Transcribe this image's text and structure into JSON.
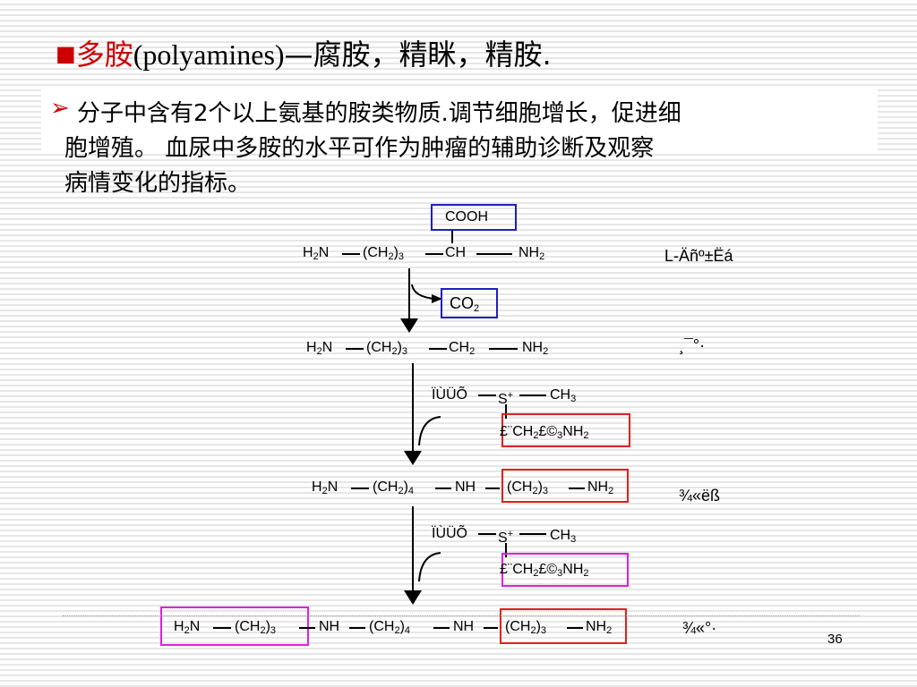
{
  "title": {
    "bullet": "■",
    "prefix_red": "多胺",
    "latin": "(polyamines)",
    "rest": "—腐胺，精眯，精胺."
  },
  "body": {
    "bullet": "➢",
    "line1": "分子中含有2个以上氨基的胺类物质.调节细胞增长，促进细",
    "line2": "胞增殖。 血尿中多胺的水平可作为肿瘤的辅助诊断及观察",
    "line3": "病情变化的指标。"
  },
  "chem": {
    "cooh": "COOH",
    "co2": "CO",
    "h2n": "H",
    "n": "N",
    "ch2_3": "(CH",
    "ch": "CH",
    "nh2": "NH",
    "ch2": "CH",
    "ch2_4": "(CH",
    "nh": "NH",
    "sam_left": "ÏÙÜÕ",
    "s": "S",
    "ch3": "CH",
    "aminopropyl": "£¨CH",
    "aminopropyl_mid": "£©",
    "sub2": "2",
    "sub3": "3",
    "sub4": "4",
    "close": ")",
    "plus": "+"
  },
  "labels": {
    "ornithine": "L-Äñº±Ëá",
    "putrescine": "¸¯°·",
    "spermidine": "¾«ëß",
    "spermine": "¾«°·"
  },
  "colors": {
    "title_red": "#cc0000",
    "box_blue": "#1f1fbf",
    "box_red": "#e02020",
    "box_magenta": "#e020e0"
  },
  "page_number": "36"
}
